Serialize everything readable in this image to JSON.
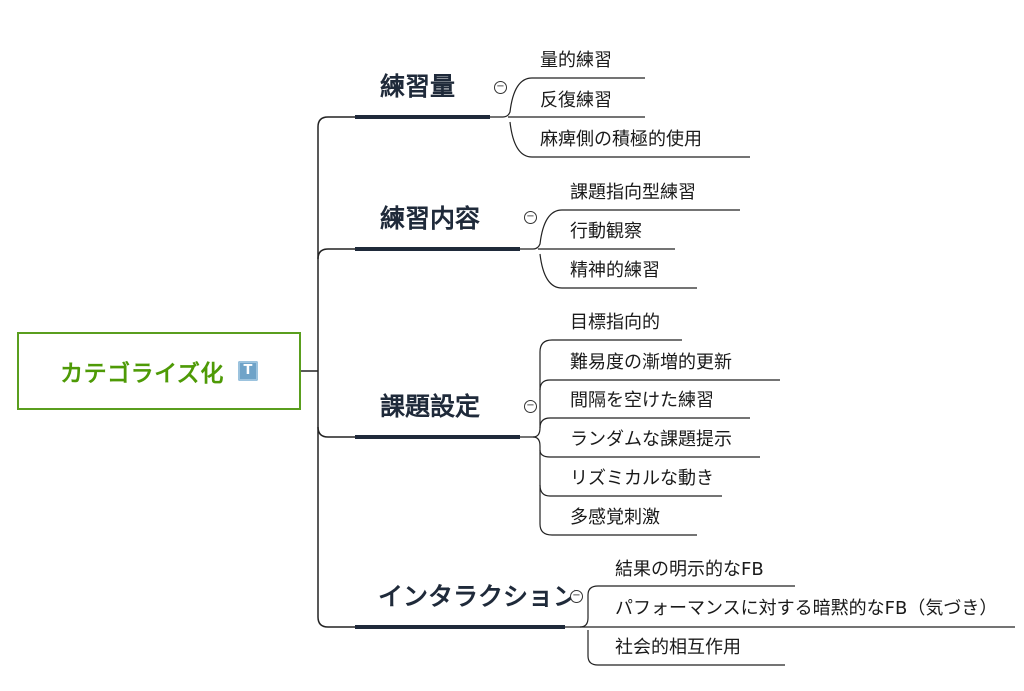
{
  "root": {
    "label": "カテゴライズ化",
    "note_icon": "T"
  },
  "branches": [
    {
      "label": "練習量",
      "toggle": "−",
      "items": [
        "量的練習",
        "反復練習",
        "麻痺側の積極的使用"
      ]
    },
    {
      "label": "練習内容",
      "toggle": "−",
      "items": [
        "課題指向型練習",
        "行動観察",
        "精神的練習"
      ]
    },
    {
      "label": "課題設定",
      "toggle": "−",
      "items": [
        "目標指向的",
        "難易度の漸増的更新",
        "間隔を空けた練習",
        "ランダムな課題提示",
        "リズミカルな動き",
        "多感覚刺激"
      ]
    },
    {
      "label": "インタラクション",
      "toggle": "−",
      "items": [
        "結果の明示的なFB",
        "パフォーマンスに対する暗黙的なFB（気づき）",
        "社会的相互作用"
      ]
    }
  ],
  "colors": {
    "root_border": "#5a9e1e",
    "root_text": "#4e9a06",
    "branch_line": "#1f2a3a",
    "connector": "#222222"
  }
}
